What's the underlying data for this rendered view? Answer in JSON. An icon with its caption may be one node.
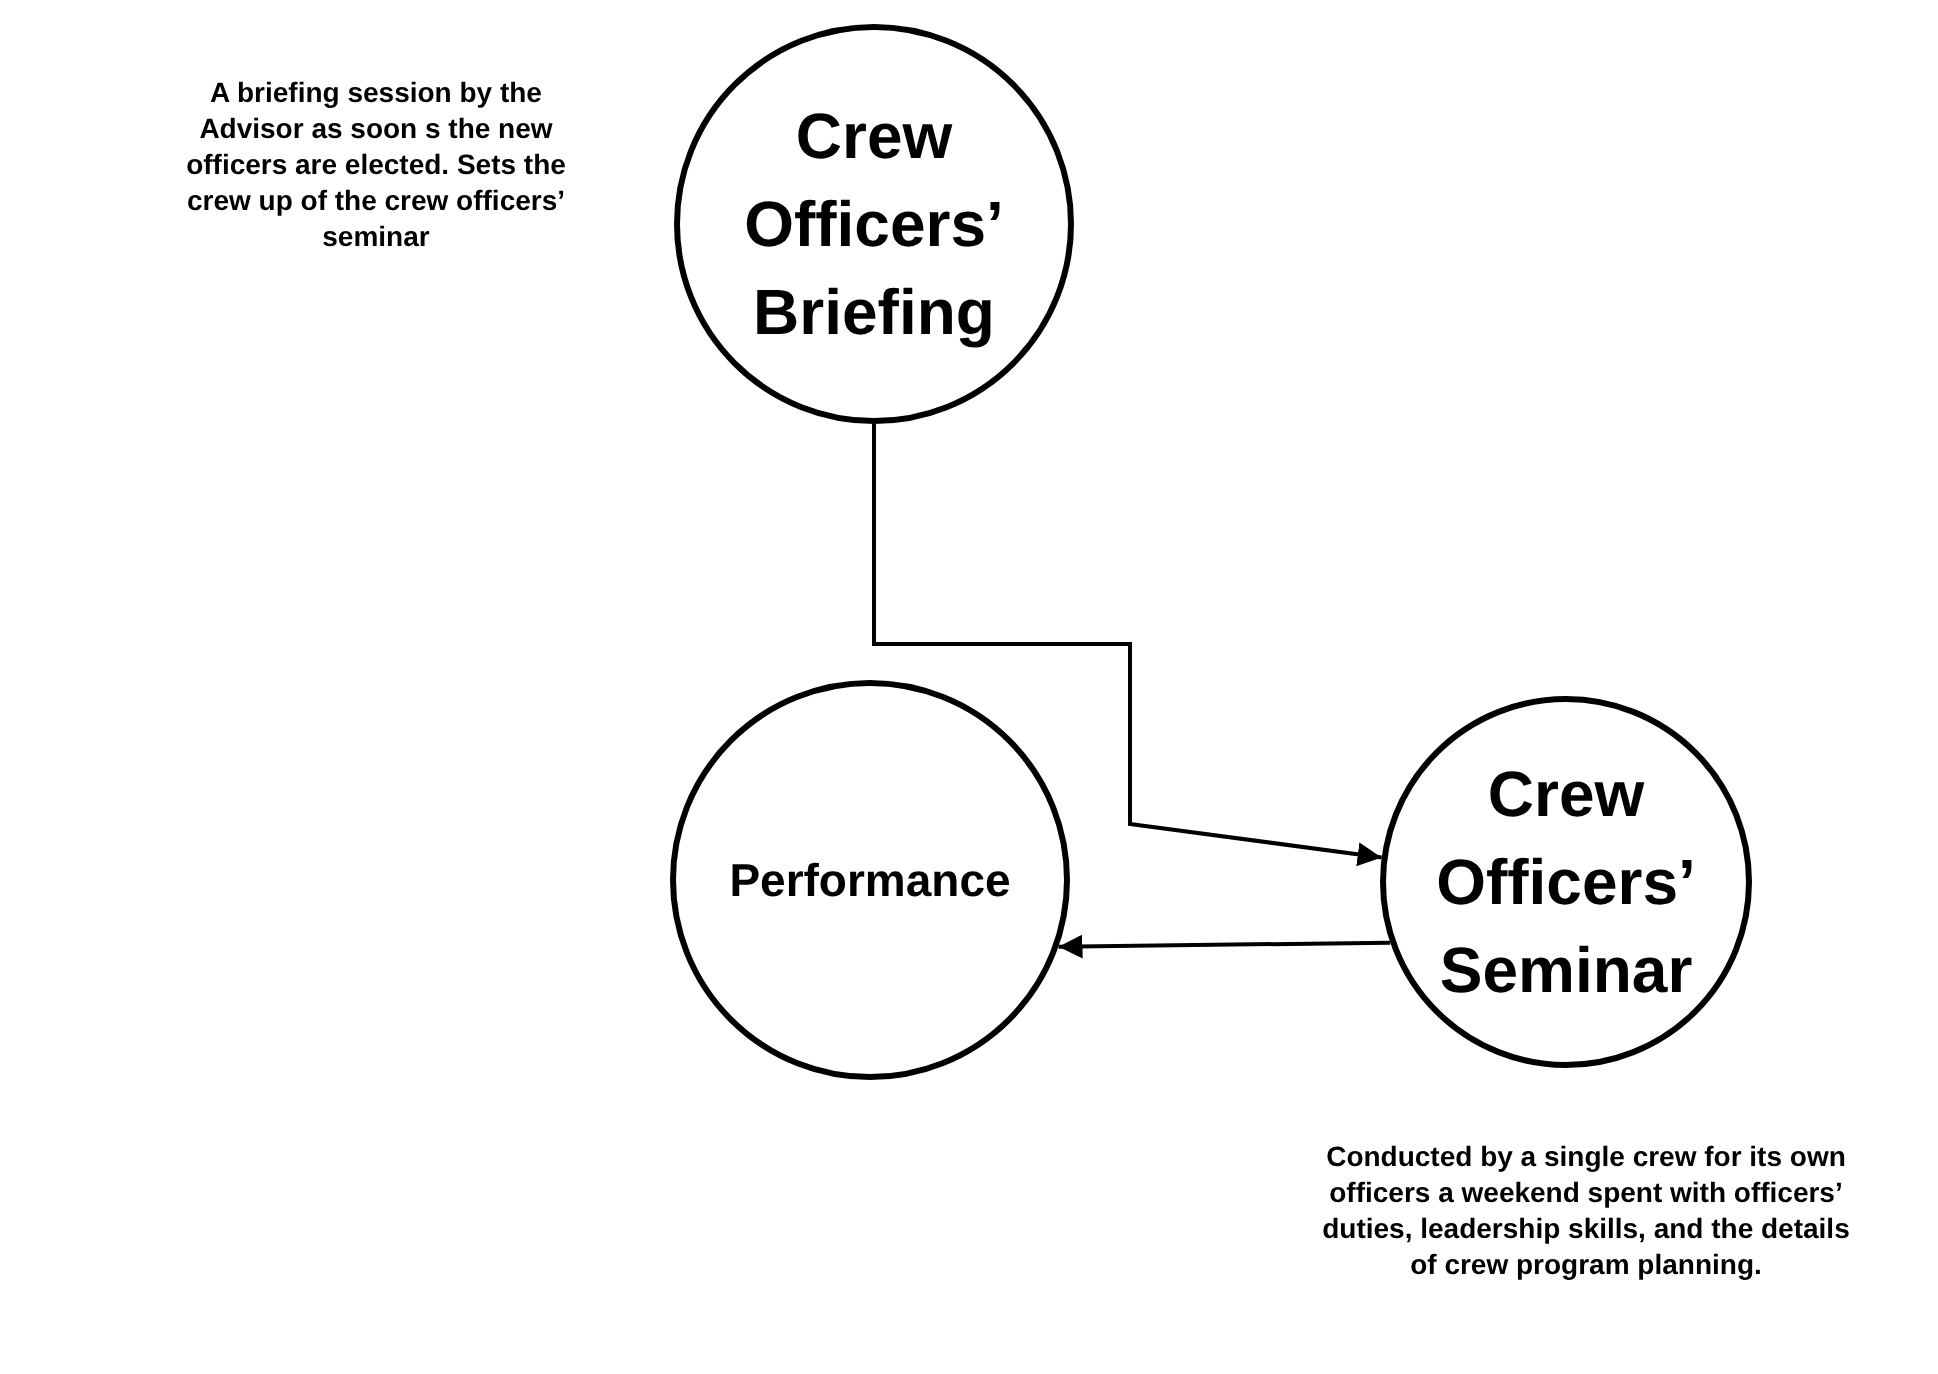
{
  "diagram": {
    "nodes": [
      {
        "text": [
          "Crew Officers’ Briefing"
        ],
        "beside": [
          "A briefing session by the Advisor as soon s the new officers are elected. Sets the crew up of the crew officers’ seminar"
        ]
      },
      {
        "text": [
          "Performance"
        ]
      },
      {
        "text": [
          "Crew Officers’ Seminar"
        ],
        "beside": [
          "Conducted by a single crew for its own officers a weekend spent with officers’ duties, leadership skills, and the details of crew program planning."
        ]
      }
    ],
    "edges": [
      {
        "from": 0,
        "to": 2,
        "arrow": "to"
      },
      {
        "from": 2,
        "to": 1,
        "arrow": "to"
      }
    ]
  }
}
